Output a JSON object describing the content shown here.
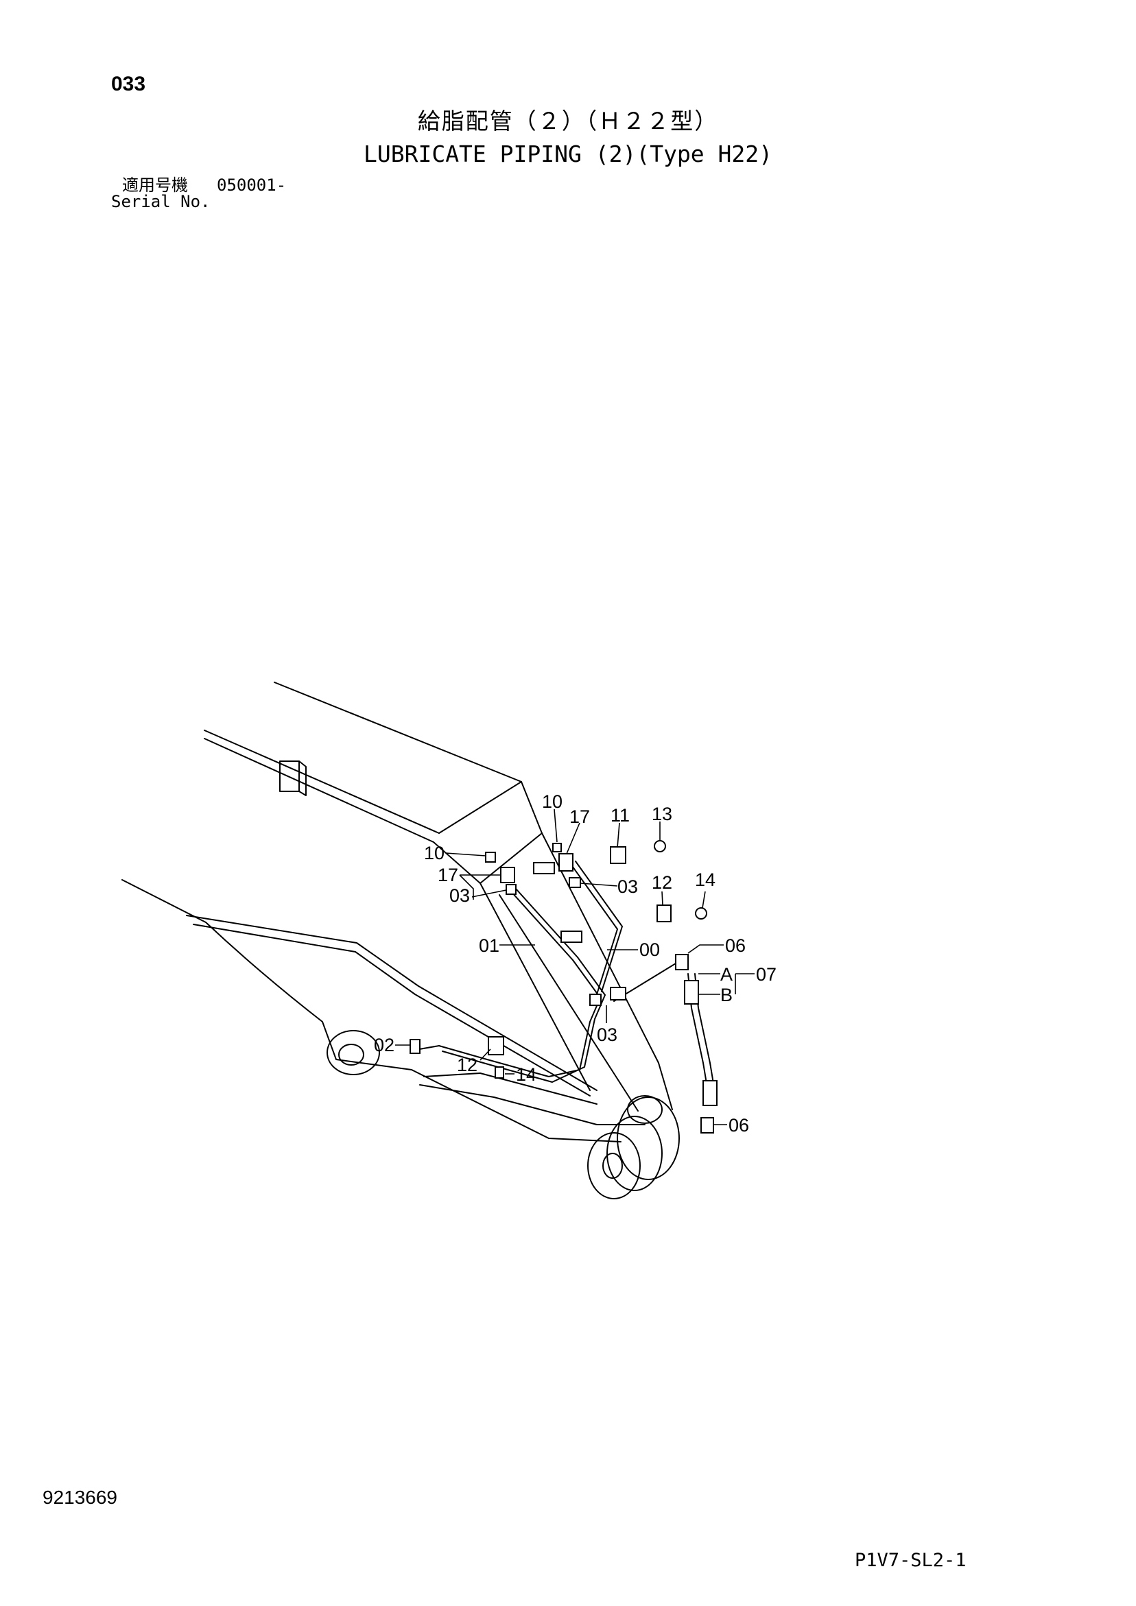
{
  "header": {
    "page_number": "033",
    "title_jp": "給脂配管（２）（Ｈ２２型）",
    "title_en": "LUBRICATE PIPING (2)(Type H22)",
    "serial_label_jp": "適用号機",
    "serial_value": "050001-",
    "serial_label_en": "Serial No."
  },
  "footer": {
    "document_number": "9213669",
    "page_code": "P1V7-SL2-1"
  },
  "callouts": {
    "c10_top": "10",
    "c17_top": "17",
    "c11": "11",
    "c13": "13",
    "c10_left": "10",
    "c17_left": "17",
    "c03_left": "03",
    "c03_right": "03",
    "c12_right": "12",
    "c14_right": "14",
    "c01": "01",
    "c00": "00",
    "c06_top": "06",
    "cA": "A",
    "c07": "07",
    "cB": "B",
    "c03_mid": "03",
    "c02": "02",
    "c12_low": "12",
    "c14_low": "14",
    "c06_bottom": "06"
  }
}
